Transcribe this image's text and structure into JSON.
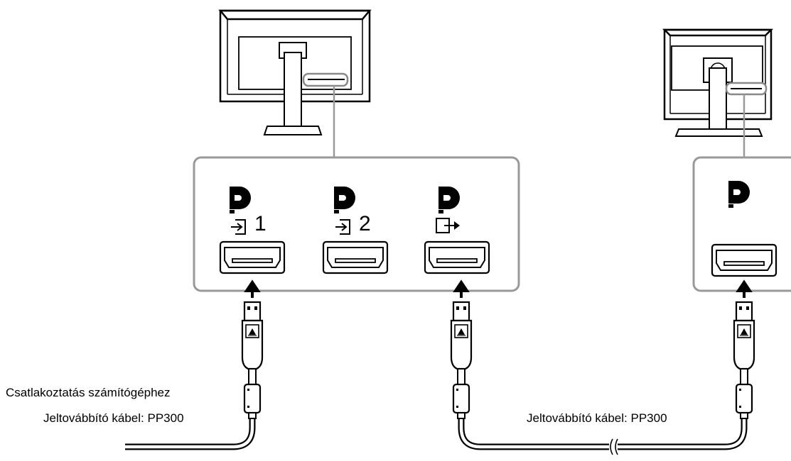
{
  "labels": {
    "connect_pc": "Csatlakoztatás számítógéphez",
    "cable_left": "Jeltovábbító kábel: PP300",
    "cable_right": "Jeltovábbító kábel: PP300"
  },
  "ports": {
    "port1_number": "1",
    "port2_number": "2"
  },
  "icons": {
    "displayport_logo": "displayport-logo-icon",
    "input": "input-arrow-icon",
    "output": "output-arrow-icon",
    "port": "displayport-socket-icon",
    "plug": "displayport-plug-icon",
    "arrow": "arrow-up-icon"
  }
}
